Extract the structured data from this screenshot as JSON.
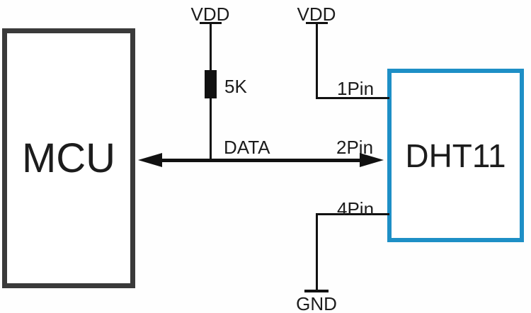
{
  "diagram": {
    "type": "circuit-wiring",
    "blocks": {
      "mcu": {
        "label": "MCU"
      },
      "dht11": {
        "label": "DHT11"
      }
    },
    "labels": {
      "vdd_left": "VDD",
      "vdd_right": "VDD",
      "resistor_value": "5K",
      "data_bus": "DATA",
      "pin1": "1Pin",
      "pin2": "2Pin",
      "pin4": "4Pin",
      "gnd": "GND"
    },
    "connections": [
      "VDD - 5K resistor - DATA line",
      "MCU <-> DATA <-> DHT11 2Pin (bidirectional arrow)",
      "VDD - DHT11 1Pin",
      "DHT11 4Pin - GND"
    ],
    "colors": {
      "mcu_border": "#3a3a3a",
      "dht11_border": "#1e8fc6",
      "wire": "#111111",
      "text": "#1c1c1c",
      "background": "#fefefe"
    }
  }
}
